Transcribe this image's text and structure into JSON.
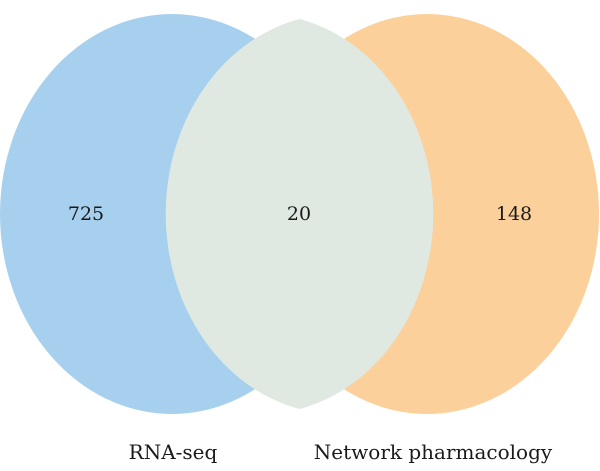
{
  "venn": {
    "sets": [
      {
        "label": "RNA-seq",
        "only_count": "725",
        "color": "#a6d0ee"
      },
      {
        "label": "Network pharmacology",
        "only_count": "148",
        "color": "#fcd09a"
      }
    ],
    "intersection": {
      "count": "20",
      "color": "#dfe8e1"
    }
  }
}
